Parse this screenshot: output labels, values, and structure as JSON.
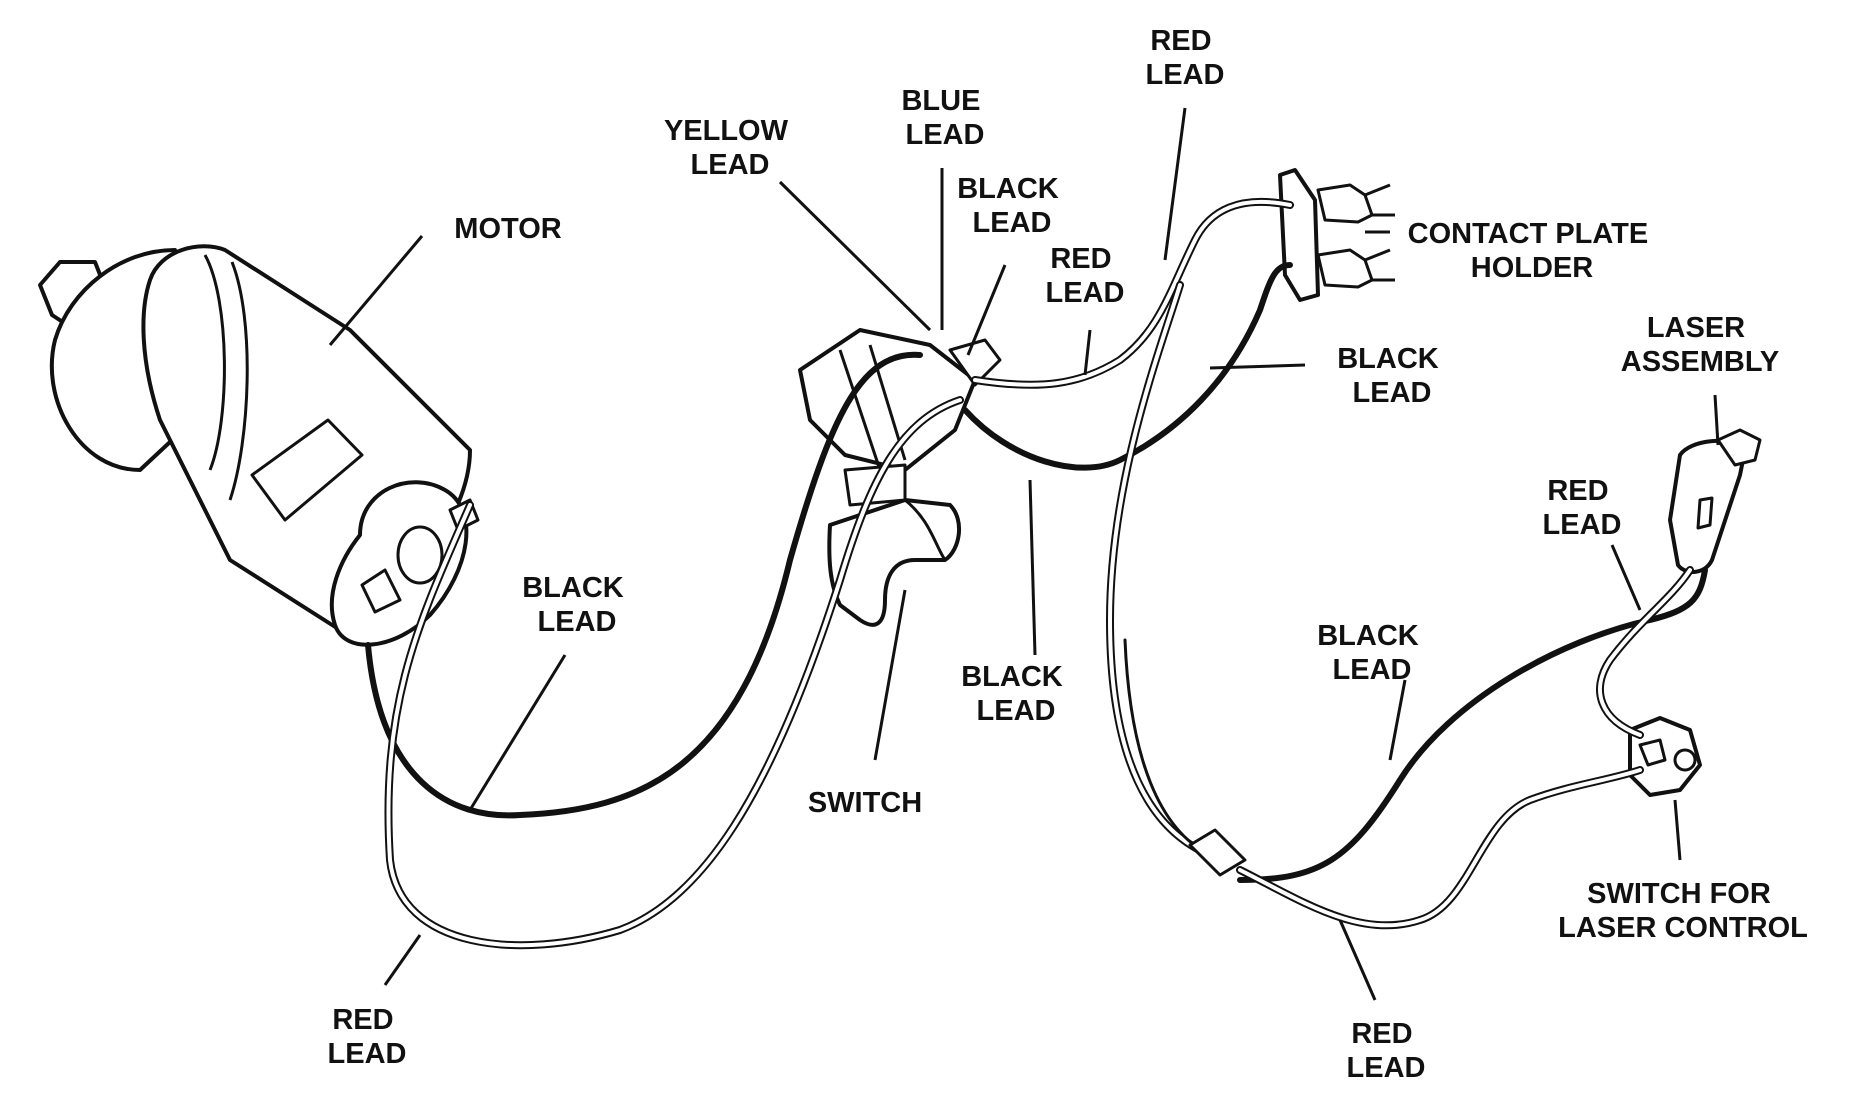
{
  "labels": {
    "motor": "MOTOR",
    "yellow_lead": [
      "YELLOW",
      "LEAD"
    ],
    "blue_lead": [
      "BLUE",
      "LEAD"
    ],
    "black_lead_switch_top": [
      "BLACK",
      "LEAD"
    ],
    "red_lead_top": [
      "RED",
      "LEAD"
    ],
    "red_lead_mid": [
      "RED",
      "LEAD"
    ],
    "contact_plate_holder": [
      "CONTACT PLATE",
      "HOLDER"
    ],
    "black_lead_right": [
      "BLACK",
      "LEAD"
    ],
    "laser_assembly": [
      "LASER",
      "ASSEMBLY"
    ],
    "red_lead_laser": [
      "RED",
      "LEAD"
    ],
    "black_lead_motor": [
      "BLACK",
      "LEAD"
    ],
    "black_lead_center": [
      "BLACK",
      "LEAD"
    ],
    "black_lead_lower_right": [
      "BLACK",
      "LEAD"
    ],
    "switch": "SWITCH",
    "red_lead_bottom_left": [
      "RED",
      "LEAD"
    ],
    "red_lead_bottom_right": [
      "RED",
      "LEAD"
    ],
    "switch_for_laser": [
      "SWITCH FOR",
      "LASER CONTROL"
    ]
  }
}
